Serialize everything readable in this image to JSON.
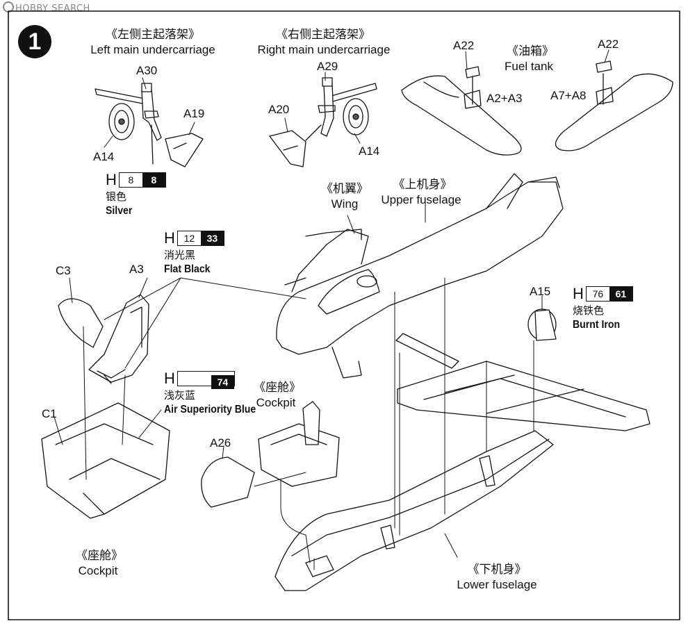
{
  "watermark": "HOBBY SEARCH",
  "step_number": "1",
  "labels": {
    "left_main_undercarriage_cn": "《左侧主起落架》",
    "left_main_undercarriage_en": "Left main undercarriage",
    "right_main_undercarriage_cn": "《右侧主起落架》",
    "right_main_undercarriage_en": "Right main undercarriage",
    "fuel_tank_cn": "《油箱》",
    "fuel_tank_en": "Fuel tank",
    "wing_cn": "《机翼》",
    "wing_en": "Wing",
    "upper_fuselage_cn": "《上机身》",
    "upper_fuselage_en": "Upper fuselage",
    "cockpit_small_cn": "《座舱》",
    "cockpit_small_en": "Cockpit",
    "cockpit_cn": "《座舱》",
    "cockpit_en": "Cockpit",
    "lower_fuselage_cn": "《下机身》",
    "lower_fuselage_en": "Lower fuselage"
  },
  "parts": {
    "a30": "A30",
    "a19": "A19",
    "a14_left": "A14",
    "a29": "A29",
    "a20": "A20",
    "a14_right": "A14",
    "a22_left": "A22",
    "a22_right": "A22",
    "a2_a3": "A2+A3",
    "a7_a8": "A7+A8",
    "c3": "C3",
    "a3": "A3",
    "c1": "C1",
    "a26": "A26",
    "a15": "A15"
  },
  "paints": {
    "silver": {
      "prefix": "H",
      "code1": "8",
      "code2": "8",
      "name_cn": "银色",
      "name_en": "Silver"
    },
    "flat_black": {
      "prefix": "H",
      "code1": "12",
      "code2": "33",
      "name_cn": "消光黑",
      "name_en": "Flat Black"
    },
    "air_superiority_blue": {
      "prefix": "H",
      "code1": "",
      "code2": "74",
      "name_cn": "浅灰蓝",
      "name_en": "Air Superiority Blue"
    },
    "burnt_iron": {
      "prefix": "H",
      "code1": "76",
      "code2": "61",
      "name_cn": "烧铁色",
      "name_en": "Burnt Iron"
    }
  },
  "colors": {
    "line": "#111111",
    "paint_code_bg": "#111111",
    "watermark": "#888888"
  }
}
